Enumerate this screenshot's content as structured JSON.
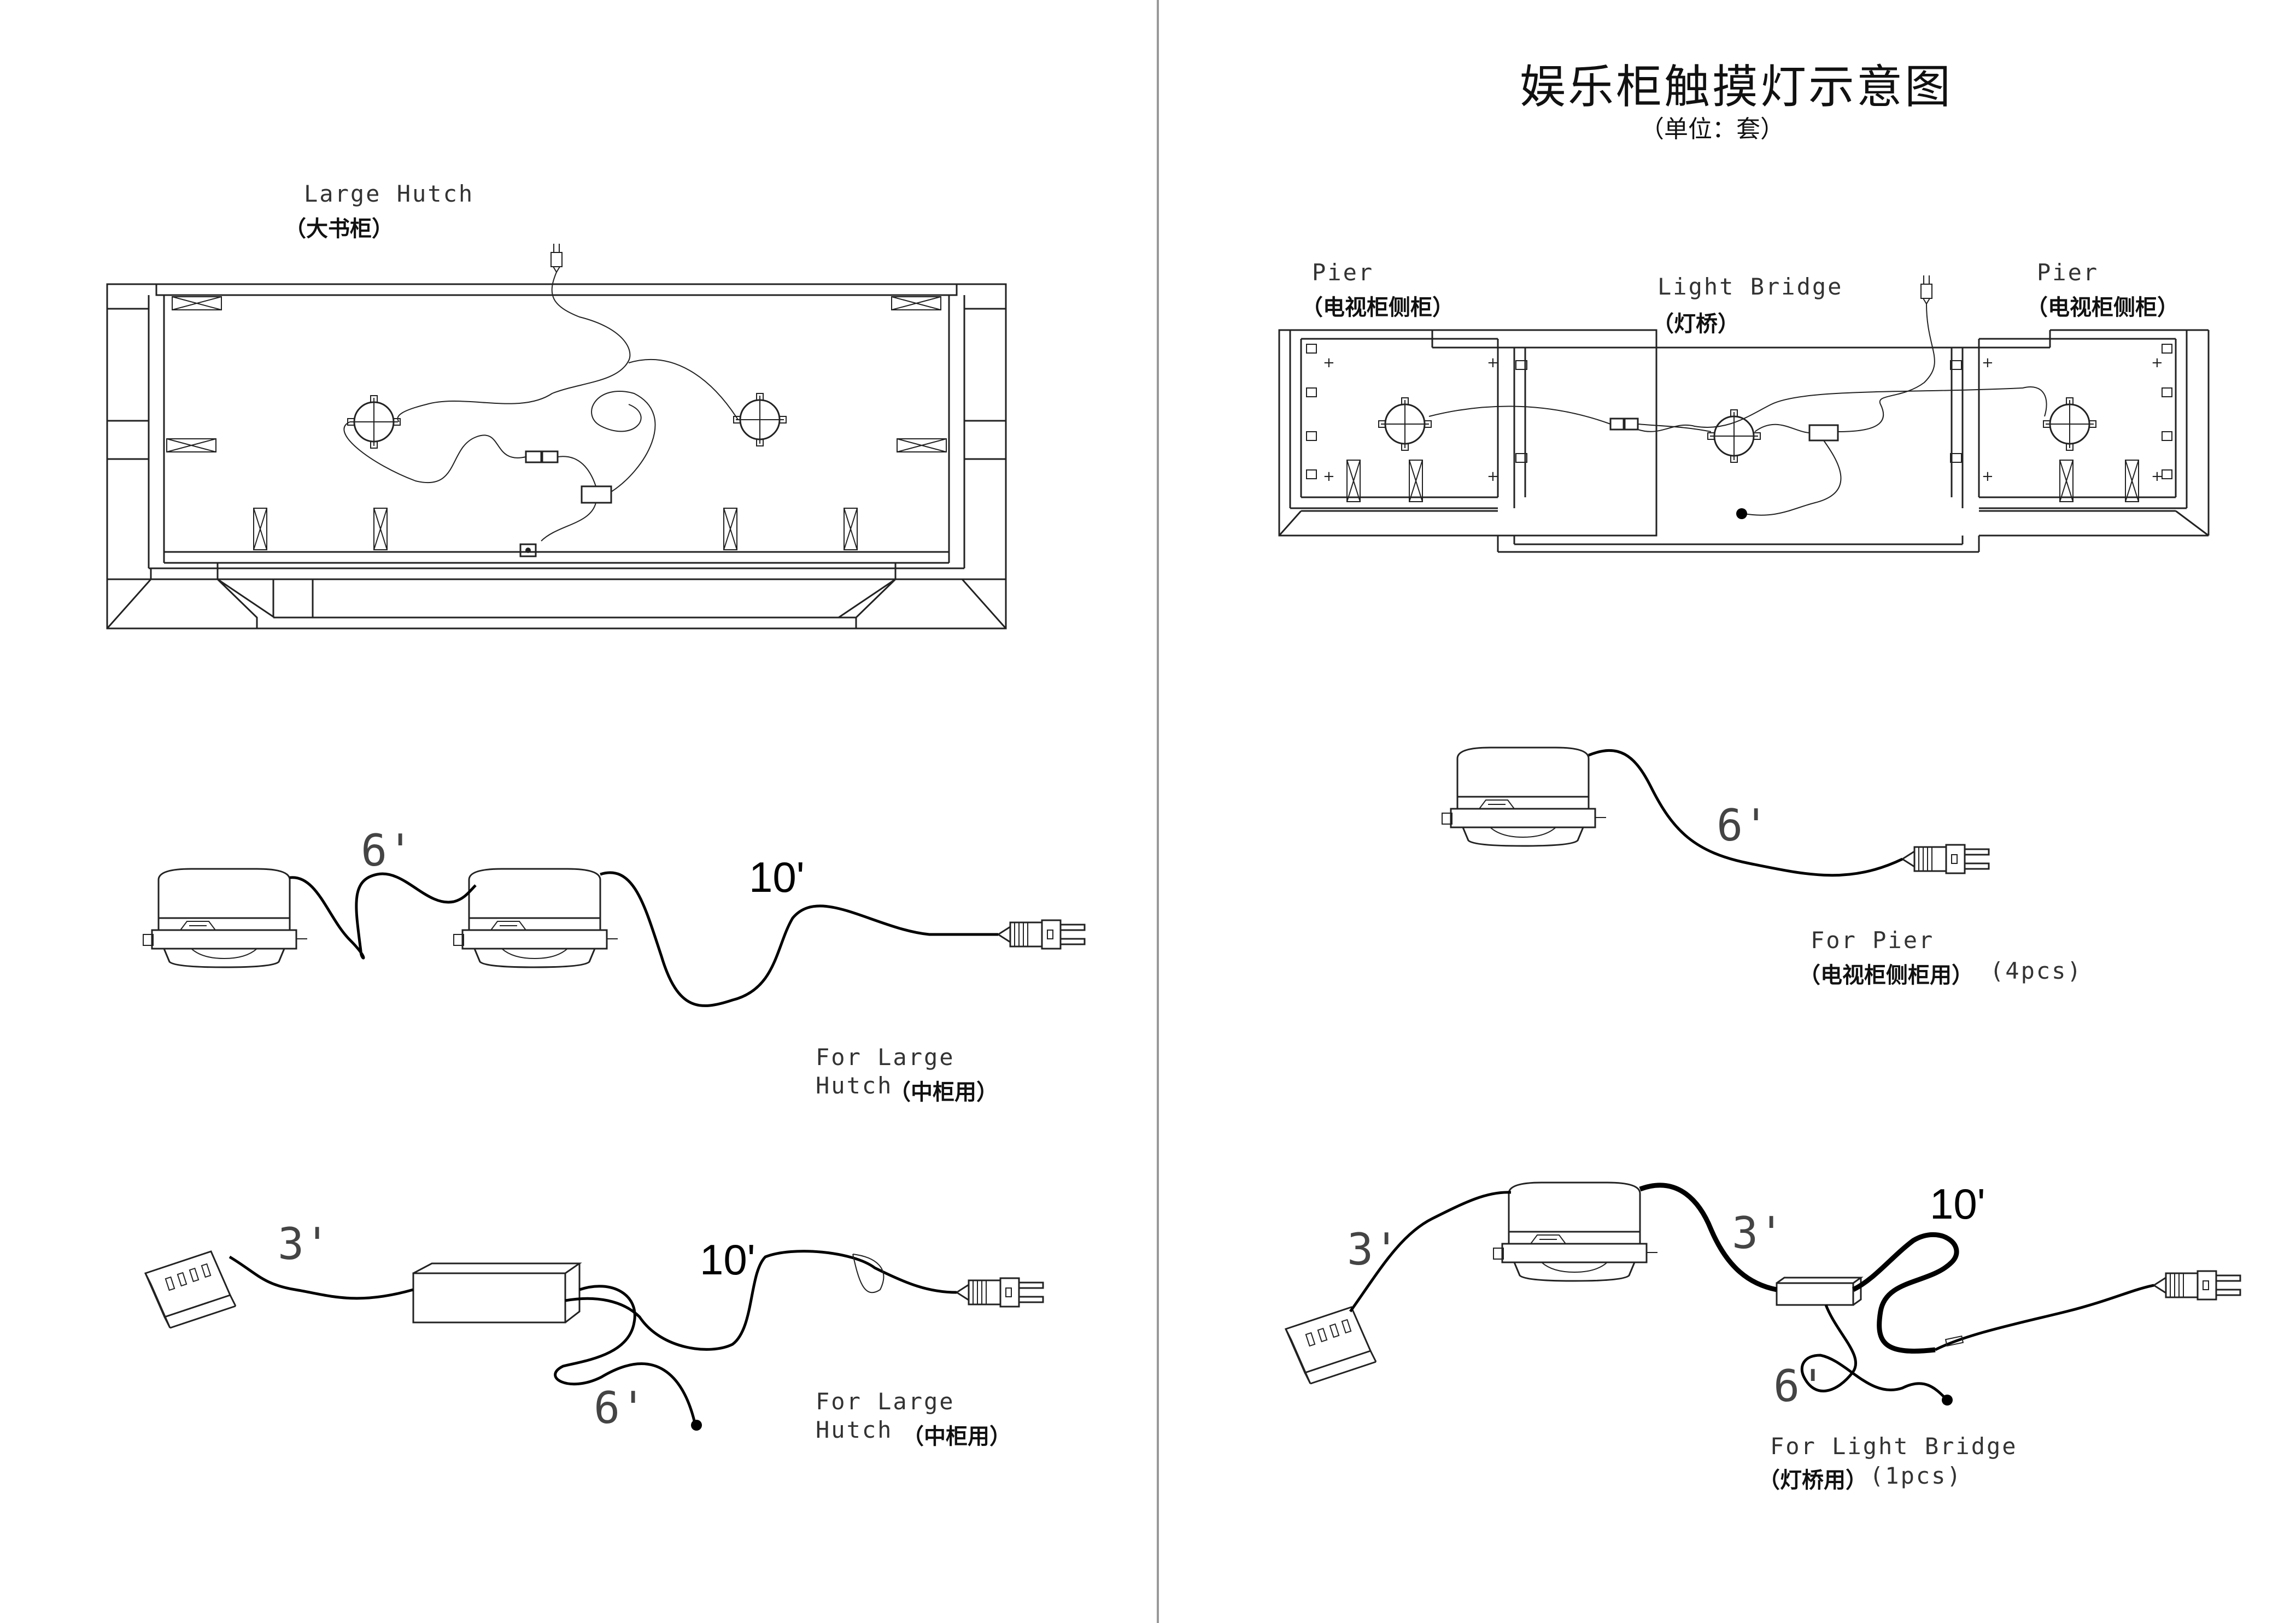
{
  "title": "娱乐柜触摸灯示意图",
  "subtitle": "（单位：套）",
  "left": {
    "hutch_label": "Large Hutch",
    "hutch_label_cn": "（大书柜）",
    "lamp_set": {
      "length_short": "6'",
      "length_long": "10'",
      "label_line1": "For Large",
      "label_line2": "Hutch",
      "label_cn": "（中柜用）"
    },
    "adapter_set": {
      "length_outlet": "3'",
      "length_plug": "10'",
      "length_sensor": "6'",
      "label_line1": "For Large",
      "label_line2": "Hutch",
      "label_cn": "（中柜用）"
    }
  },
  "right": {
    "pier_left": "Pier",
    "pier_left_cn": "（电视柜侧柜）",
    "bridge": "Light Bridge",
    "bridge_cn": "（灯桥）",
    "pier_right": "Pier",
    "pier_right_cn": "（电视柜侧柜）",
    "pier_set": {
      "length": "6'",
      "label_line1": "For Pier",
      "label_cn": "（电视柜侧柜用）",
      "label_qty": "(4pcs)"
    },
    "bridge_set": {
      "length_outlet": "3'",
      "length_mid": "3'",
      "length_plug": "10'",
      "length_sensor": "6'",
      "label_line1": "For Light Bridge",
      "label_cn": "（灯桥用）",
      "label_qty": "(1pcs)"
    }
  }
}
